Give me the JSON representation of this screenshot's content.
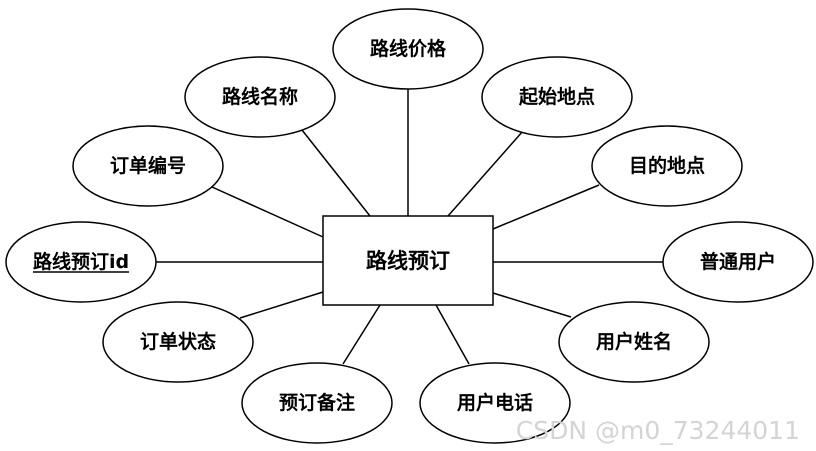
{
  "entity": {
    "label": "路线预订"
  },
  "attributes": [
    {
      "id": "route-price",
      "label": "路线价格",
      "is_key": false
    },
    {
      "id": "route-name",
      "label": "路线名称",
      "is_key": false
    },
    {
      "id": "start-location",
      "label": "起始地点",
      "is_key": false
    },
    {
      "id": "order-number",
      "label": "订单编号",
      "is_key": false
    },
    {
      "id": "destination",
      "label": "目的地点",
      "is_key": false
    },
    {
      "id": "route-booking-id",
      "label": "路线预订id",
      "is_key": true
    },
    {
      "id": "regular-user",
      "label": "普通用户",
      "is_key": false
    },
    {
      "id": "order-status",
      "label": "订单状态",
      "is_key": false
    },
    {
      "id": "user-name",
      "label": "用户姓名",
      "is_key": false
    },
    {
      "id": "booking-remarks",
      "label": "预订备注",
      "is_key": false
    },
    {
      "id": "user-phone",
      "label": "用户电话",
      "is_key": false
    }
  ],
  "watermark": "CSDN @m0_73244011"
}
